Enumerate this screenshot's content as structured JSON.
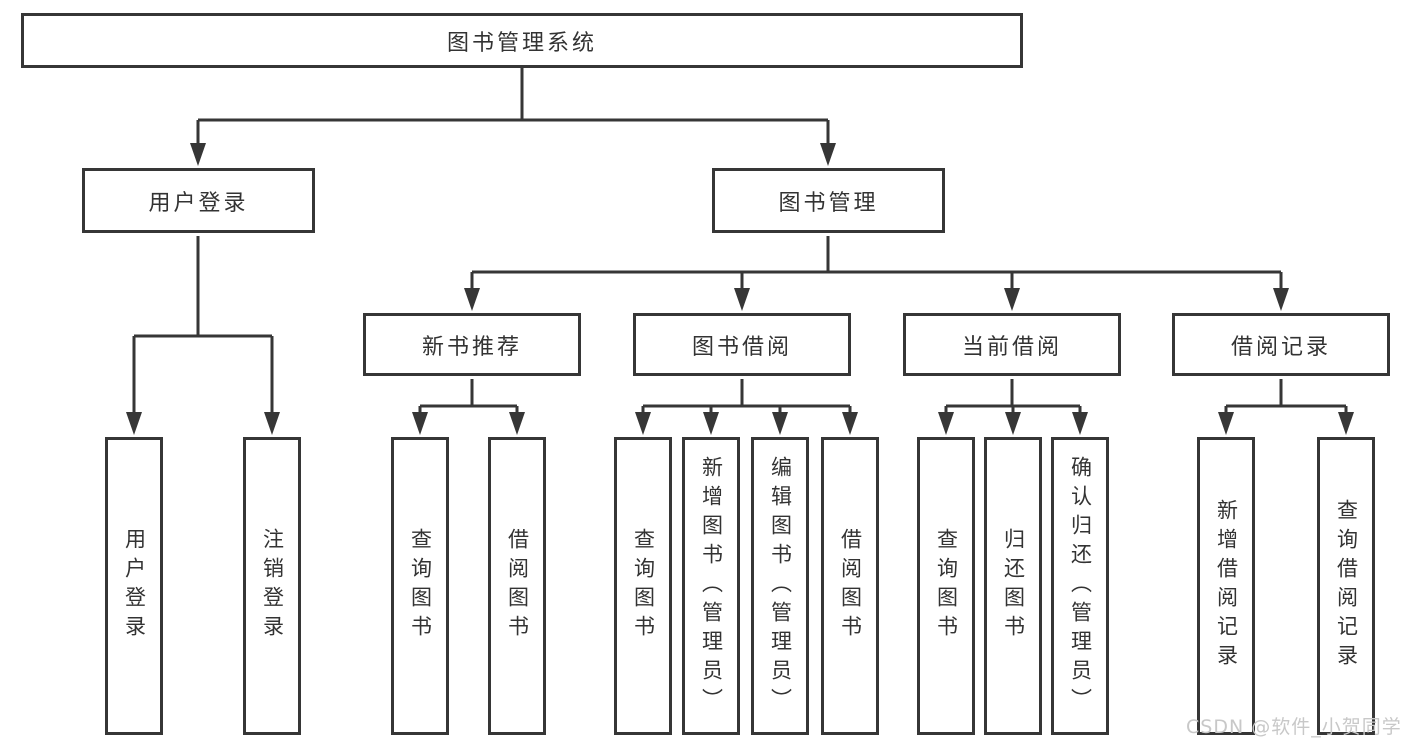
{
  "tree": {
    "root": {
      "label": "图书管理系统"
    },
    "branches": [
      {
        "label": "用户登录",
        "children": [
          {
            "label": "用户登录"
          },
          {
            "label": "注销登录"
          }
        ]
      },
      {
        "label": "图书管理",
        "groups": [
          {
            "label": "新书推荐",
            "children": [
              {
                "label": "查询图书"
              },
              {
                "label": "借阅图书"
              }
            ]
          },
          {
            "label": "图书借阅",
            "children": [
              {
                "label": "查询图书"
              },
              {
                "label": "新增图书（管理员）"
              },
              {
                "label": "编辑图书（管理员）"
              },
              {
                "label": "借阅图书"
              }
            ]
          },
          {
            "label": "当前借阅",
            "children": [
              {
                "label": "查询图书"
              },
              {
                "label": "归还图书"
              },
              {
                "label": "确认归还（管理员）"
              }
            ]
          },
          {
            "label": "借阅记录",
            "children": [
              {
                "label": "新增借阅记录"
              },
              {
                "label": "查询借阅记录"
              }
            ]
          }
        ]
      }
    ]
  },
  "watermark": {
    "text": "CSDN @软件_小贺同学"
  },
  "colors": {
    "line": "#363636",
    "text": "#333333",
    "watermark": "#c8c8c8",
    "background": "#ffffff"
  }
}
